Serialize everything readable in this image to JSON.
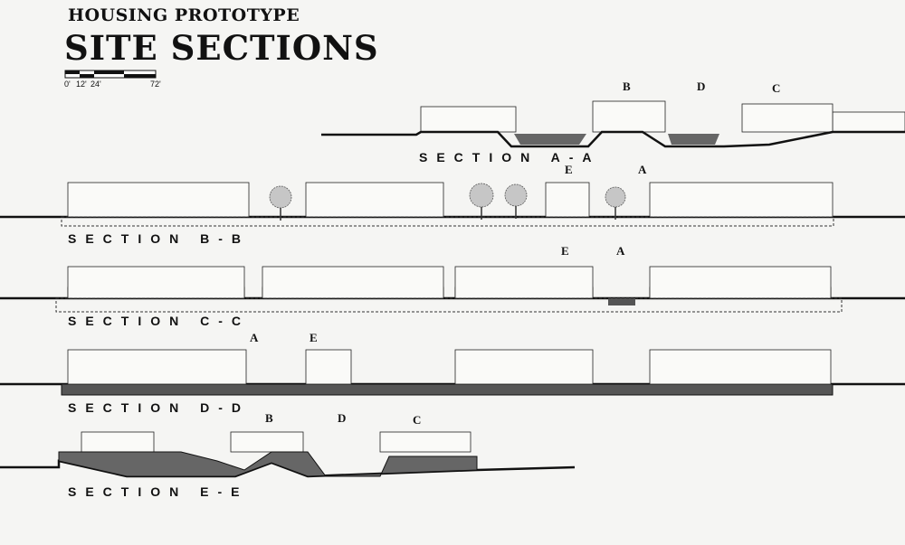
{
  "title": {
    "line1": "HOUSING PROTOTYPE",
    "line2": "SITE SECTIONS"
  },
  "scale": {
    "labels": [
      "0'",
      "12'",
      "24'",
      "72'"
    ]
  },
  "sections": [
    {
      "label": "SECTION A-A",
      "markers": [
        "B",
        "D",
        "C"
      ]
    },
    {
      "label": "SECTION B-B",
      "markers": [
        "E",
        "A"
      ]
    },
    {
      "label": "SECTION C-C",
      "markers": [
        "E",
        "A"
      ]
    },
    {
      "label": "SECTION D-D",
      "markers": [
        "A",
        "E"
      ]
    },
    {
      "label": "SECTION E-E",
      "markers": [
        "B",
        "D",
        "C"
      ]
    }
  ]
}
